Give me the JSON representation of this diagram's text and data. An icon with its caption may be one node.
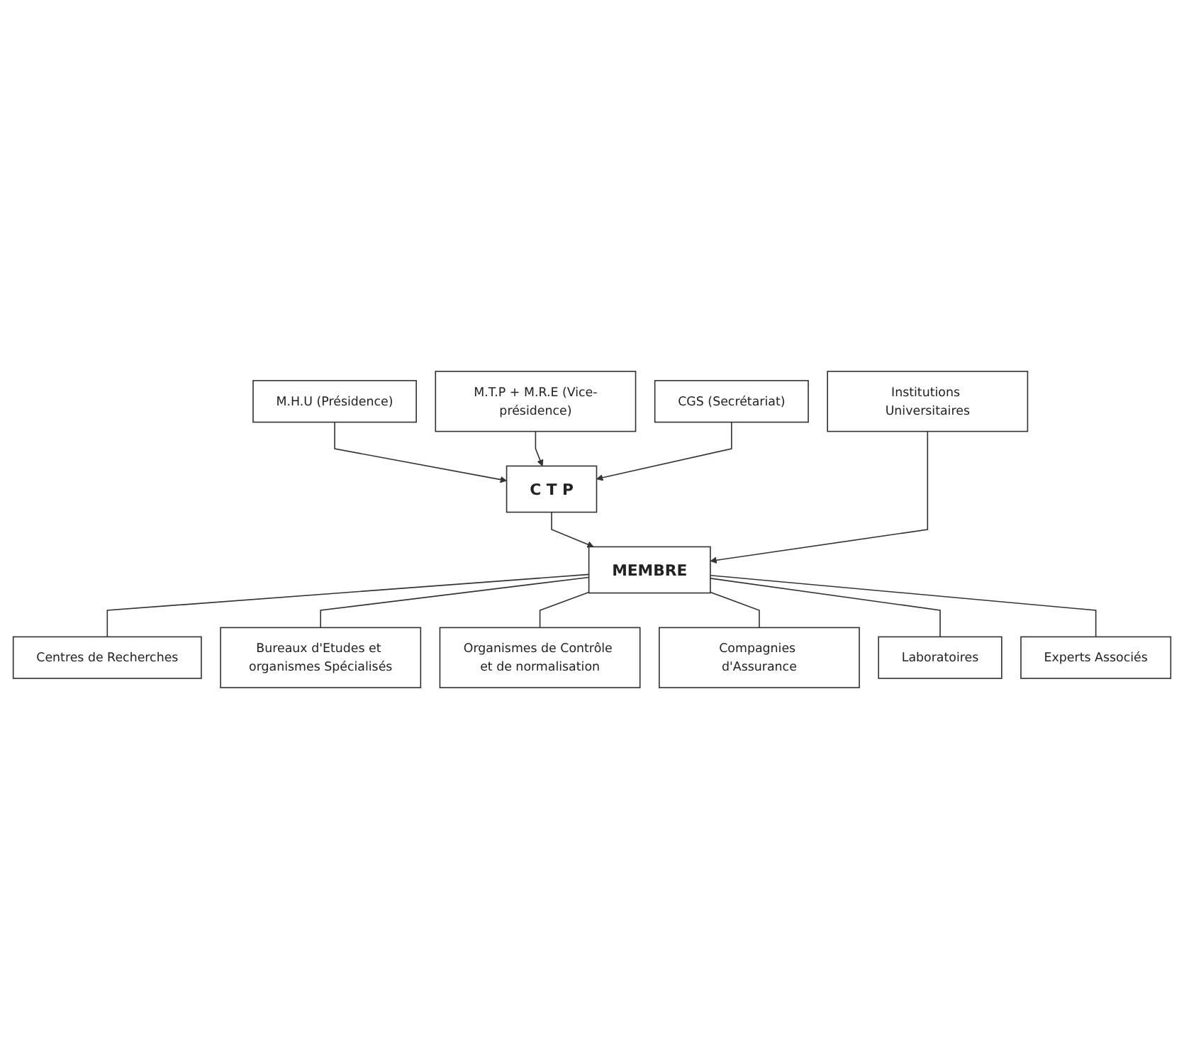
{
  "diagram": {
    "nodes": [
      {
        "text": [
          "M.H.U (Présidence)"
        ]
      },
      {
        "text": [
          "M.T.P + M.R.E (Vice-présidence)"
        ]
      },
      {
        "text": [
          "C T P"
        ]
      },
      {
        "text": [
          "CGS (Secrétariat)"
        ]
      },
      {
        "text": [
          "Centres de Recherches"
        ]
      },
      {
        "text": [
          "MEMBRE"
        ]
      },
      {
        "text": [
          "Institutions Universitaires"
        ]
      },
      {
        "text": [
          "Bureaux d'Etudes et organismes Spécialisés"
        ]
      },
      {
        "text": [
          "Organismes de Contrôle et de normalisation"
        ]
      },
      {
        "text": [
          "Compagnies d'Assurance"
        ]
      },
      {
        "text": [
          "Laboratoires"
        ]
      },
      {
        "text": [
          "Experts Associés"
        ]
      }
    ],
    "edges": [
      {
        "from": 0,
        "to": 2,
        "arrow": "to"
      },
      {
        "from": 1,
        "to": 2,
        "arrow": "to"
      },
      {
        "from": 3,
        "to": 2,
        "arrow": "to"
      },
      {
        "from": 2,
        "to": 5,
        "arrow": "to"
      },
      {
        "from": 5,
        "to": 4,
        "arrow": "none"
      },
      {
        "from": 6,
        "to": 5,
        "arrow": "to"
      },
      {
        "from": 5,
        "to": 7,
        "arrow": "none"
      },
      {
        "from": 5,
        "to": 8,
        "arrow": "none"
      },
      {
        "from": 5,
        "to": 9,
        "arrow": "none"
      },
      {
        "from": 5,
        "to": 10,
        "arrow": "none"
      },
      {
        "from": 5,
        "to": 11,
        "arrow": "none"
      }
    ]
  }
}
